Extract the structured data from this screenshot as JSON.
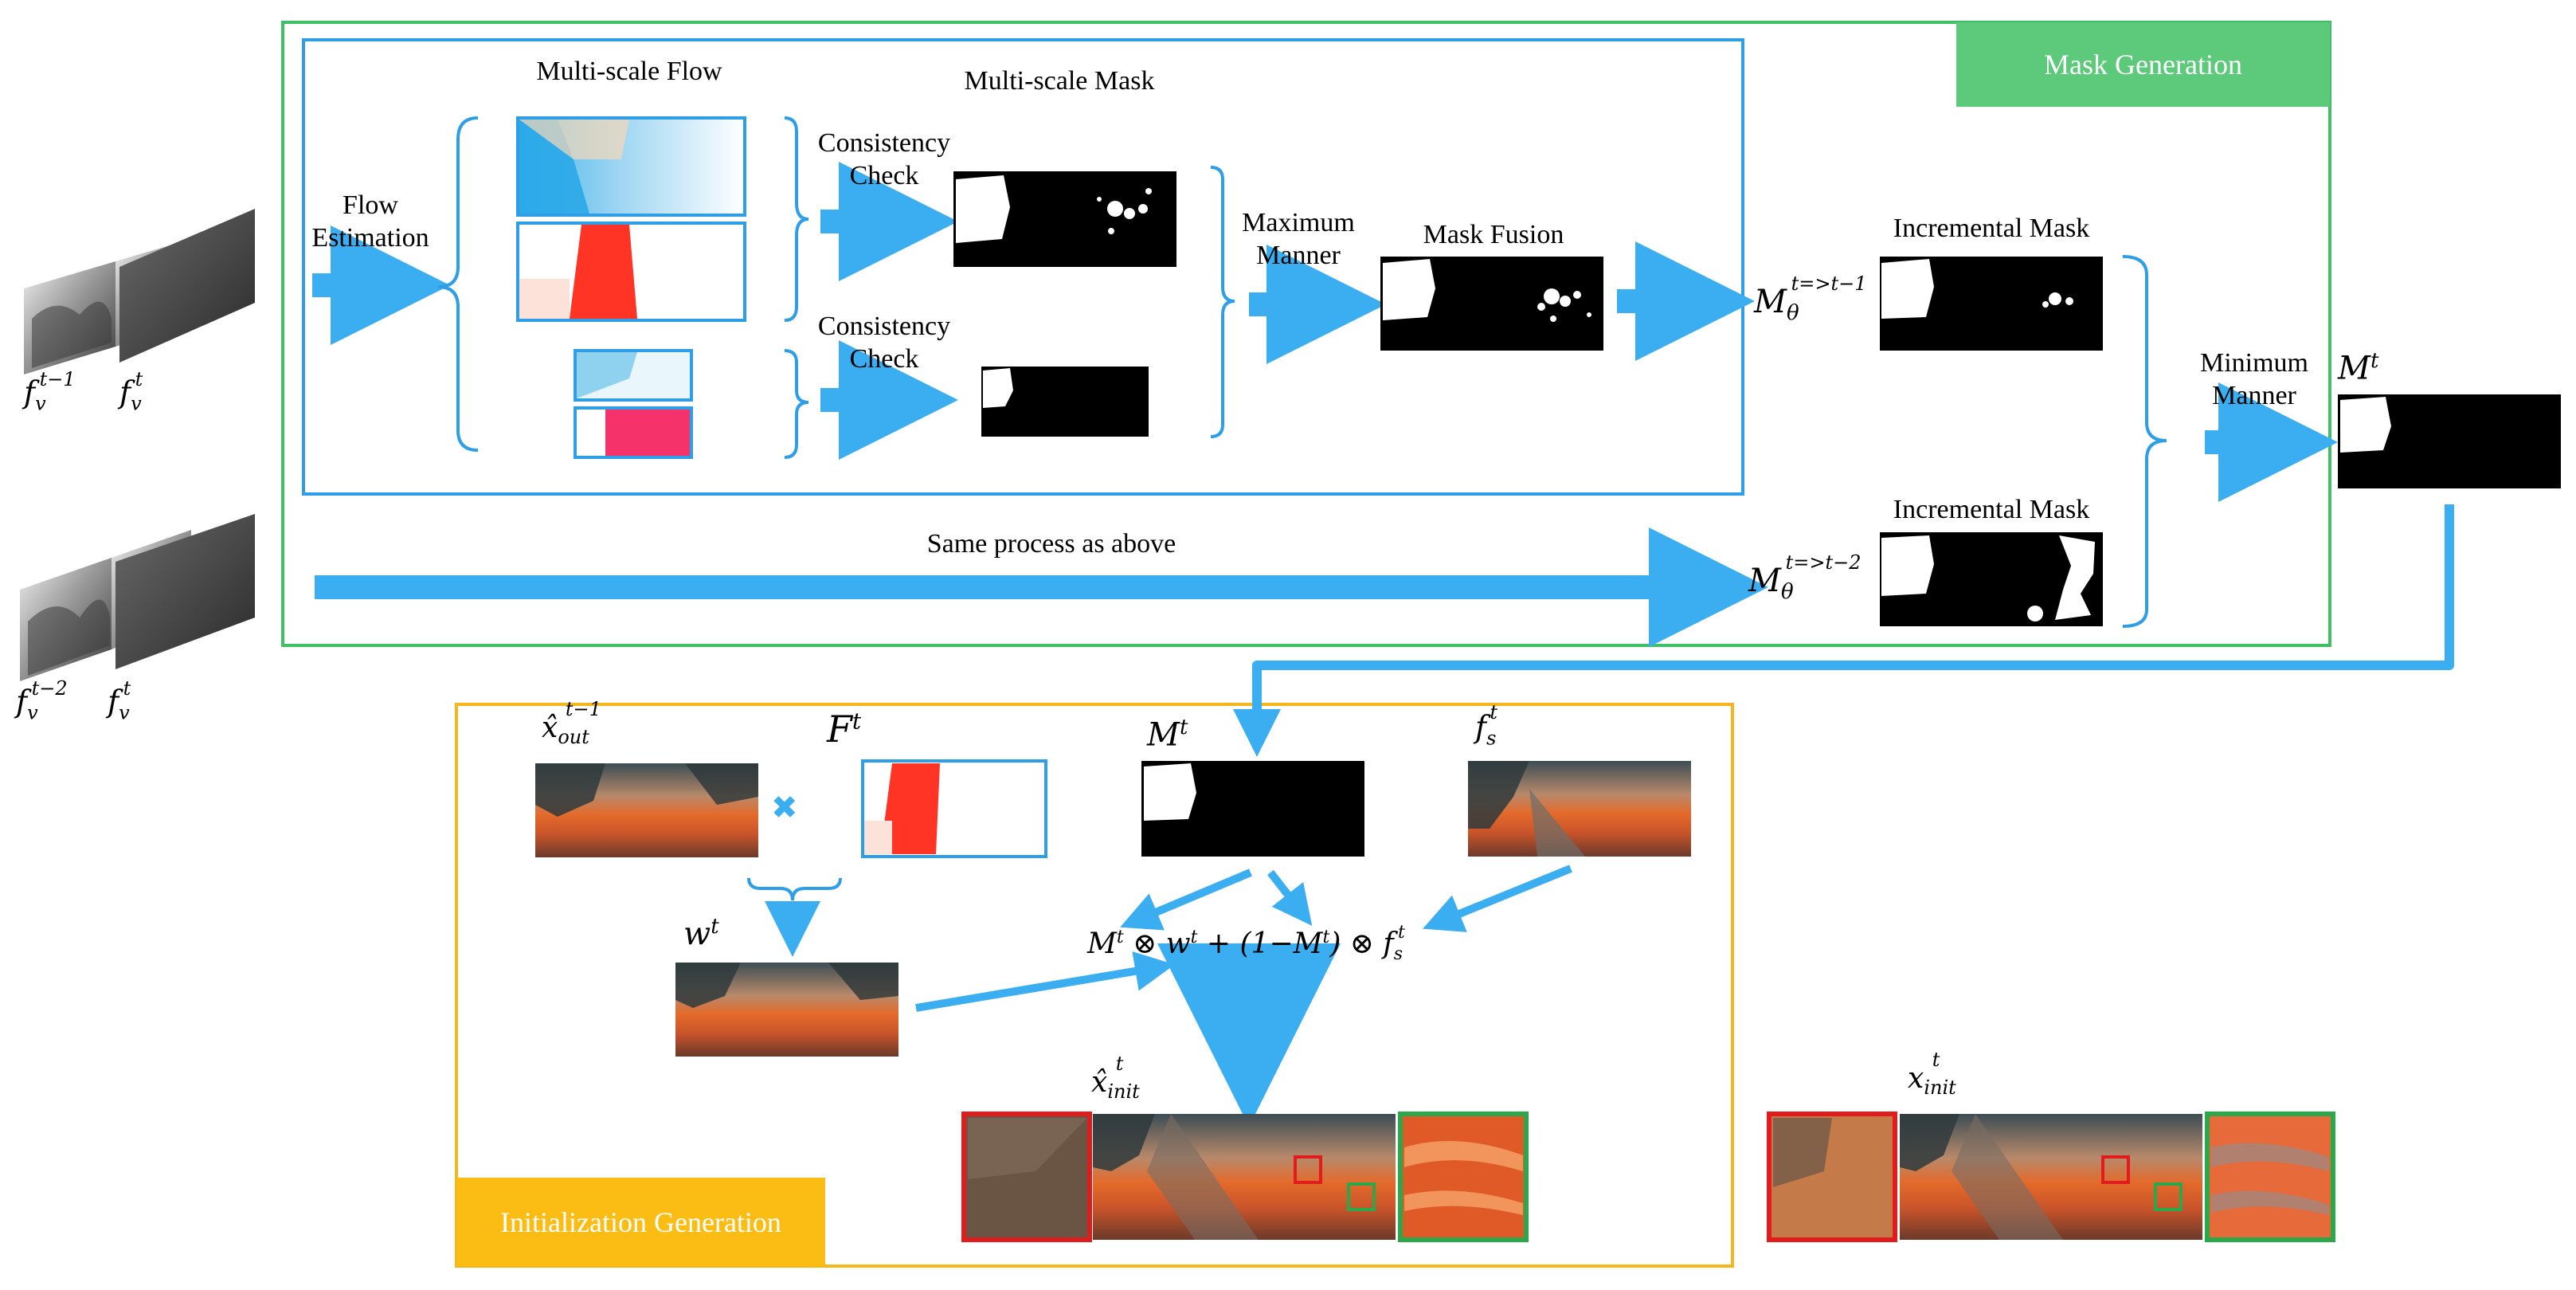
{
  "colors": {
    "mask_section": "#3fc067",
    "flow_section": "#2e9fe6",
    "init_section": "#f4b61a",
    "arrow": "#3aaef0",
    "zoom_red": "#e01c1c",
    "zoom_green": "#2aa84a"
  },
  "mask_generation": {
    "title": "Mask Generation",
    "multi_scale_flow": "Multi-scale Flow",
    "multi_scale_mask": "Multi-scale Mask",
    "flow_estimation": "Flow\nEstimation",
    "consistency_check": "Consistency\nCheck",
    "maximum_manner": "Maximum\nManner",
    "mask_fusion": "Mask Fusion",
    "incremental_mask": "Incremental Mask",
    "minimum_manner": "Minimum\nManner",
    "same_process": "Same process as above"
  },
  "init_generation": {
    "title": "Initialization Generation"
  },
  "symbols": {
    "multiply": "✖"
  }
}
